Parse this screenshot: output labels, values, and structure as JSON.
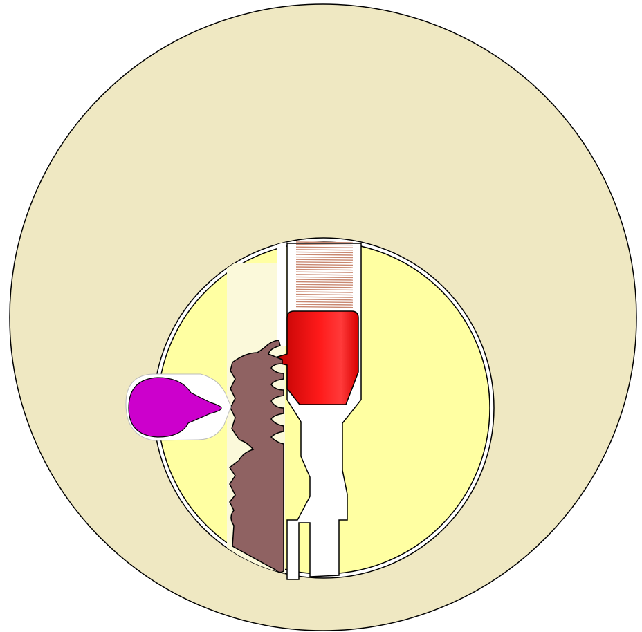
{
  "diagram": {
    "kind": "lock-cylinder-cross-section",
    "labels": [],
    "colors": {
      "housing": "#efe8c2",
      "plug": "#ffffa2",
      "channel": "#ffffff",
      "sidebar": "#8f6262",
      "cam": "#cc00cc",
      "pin": "#ee1111",
      "spring": "#c88770",
      "outline": "#000000"
    },
    "parts": [
      "outer-housing",
      "cylinder-plug",
      "keyway",
      "spring",
      "driver-pin",
      "sidebar",
      "cam"
    ]
  }
}
